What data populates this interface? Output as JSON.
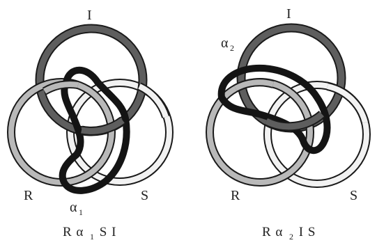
{
  "colors": {
    "background": "#ffffff",
    "ring_I": "#5e5e5e",
    "ring_R": "#b9b9b9",
    "ring_S": "#f2f2f2",
    "curve_alpha": "#141414",
    "outline": "#1a1a1a"
  },
  "figures": [
    {
      "id": "left",
      "labels": {
        "I": "I",
        "R": "R",
        "S": "S"
      },
      "alpha_label": {
        "base": "α",
        "sub": "1"
      },
      "caption": {
        "part1": "R α",
        "sub": "1",
        "part2": " S I"
      }
    },
    {
      "id": "right",
      "labels": {
        "I": "I",
        "R": "R",
        "S": "S"
      },
      "alpha_label": {
        "base": "α",
        "sub": "2"
      },
      "caption": {
        "part1": "R α",
        "sub": "2",
        "part2": " I S"
      }
    }
  ]
}
